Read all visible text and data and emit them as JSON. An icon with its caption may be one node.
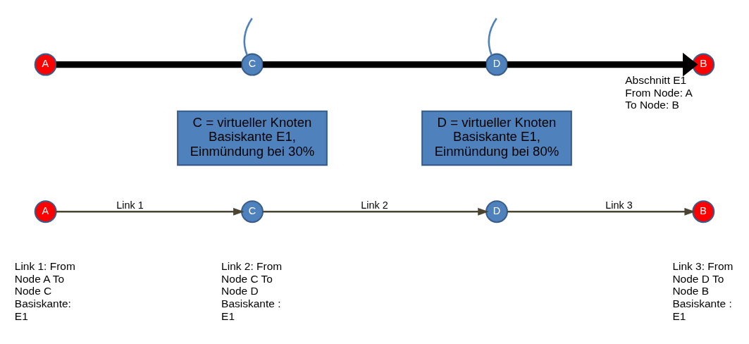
{
  "diagram": {
    "nodes": [
      {
        "text": [
          "A"
        ]
      },
      {
        "text": [
          "C"
        ]
      },
      {
        "text": [
          "D"
        ]
      },
      {
        "text": [
          "B"
        ],
        "beside": [
          "Abschnitt E1 From Node: A To Node: B"
        ]
      },
      {
        "text": [
          "C = virtueller Knoten Basiskante E1, Einmündung bei 30%"
        ]
      },
      {
        "text": [
          "D = virtueller Knoten Basiskante E1, Einmündung bei 80%"
        ]
      },
      {
        "text": [
          "A"
        ]
      },
      {
        "text": [
          "C"
        ]
      },
      {
        "text": [
          "D"
        ]
      },
      {
        "text": [
          "B"
        ]
      }
    ],
    "edges": [
      {
        "from": 0,
        "to": 1,
        "arrow": "none",
        "style": "thick",
        "color": "#000000"
      },
      {
        "from": 1,
        "to": 2,
        "arrow": "none",
        "style": "thick",
        "color": "#000000"
      },
      {
        "from": 2,
        "to": 3,
        "arrow": "to",
        "style": "thick",
        "color": "#000000"
      },
      {
        "from": null,
        "to": 1,
        "arrow": "none",
        "color": "#4f81bd"
      },
      {
        "from": null,
        "to": 2,
        "arrow": "none",
        "color": "#4f81bd"
      },
      {
        "from": 6,
        "to": 7,
        "arrow": "to",
        "label": "Link 1"
      },
      {
        "from": 7,
        "to": 8,
        "arrow": "to",
        "label": "Link 2"
      },
      {
        "from": 8,
        "to": 9,
        "arrow": "to",
        "label": "Link 3"
      }
    ],
    "labels": [
      "Link 1: From Node A To Node C Basiskante: E1",
      "Link 2: From Node C To Node D Basiskante : E1",
      "Link 3: From Node D To Node B Basiskante : E1"
    ]
  }
}
